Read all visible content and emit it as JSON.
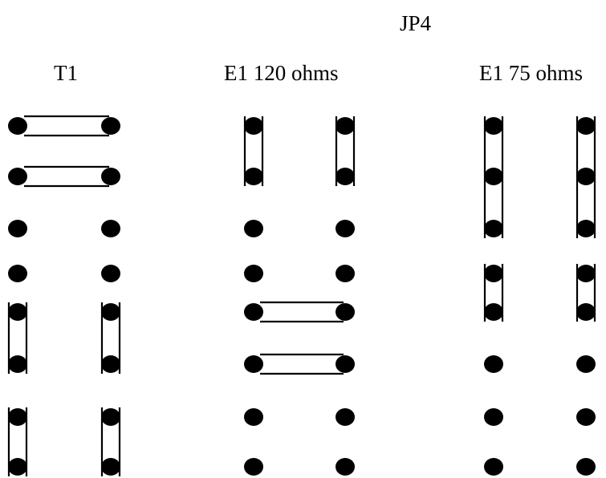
{
  "header": {
    "title": "JP4"
  },
  "configs": [
    {
      "label": "T1",
      "jumpers": [
        {
          "type": "horizontal",
          "row": 1
        },
        {
          "type": "horizontal",
          "row": 2
        },
        {
          "type": "vertical",
          "rows": [
            5,
            6
          ],
          "side": "left"
        },
        {
          "type": "vertical",
          "rows": [
            5,
            6
          ],
          "side": "right"
        },
        {
          "type": "vertical",
          "rows": [
            7,
            8
          ],
          "side": "left"
        },
        {
          "type": "vertical",
          "rows": [
            7,
            8
          ],
          "side": "right"
        }
      ]
    },
    {
      "label": "E1 120 ohms",
      "jumpers": [
        {
          "type": "vertical",
          "rows": [
            1,
            2
          ],
          "side": "left"
        },
        {
          "type": "vertical",
          "rows": [
            1,
            2
          ],
          "side": "right"
        },
        {
          "type": "horizontal",
          "row": 5
        },
        {
          "type": "horizontal",
          "row": 6
        }
      ]
    },
    {
      "label": "E1 75 ohms",
      "jumpers": [
        {
          "type": "vertical",
          "rows": [
            1,
            3
          ],
          "side": "left"
        },
        {
          "type": "vertical",
          "rows": [
            1,
            3
          ],
          "side": "right"
        },
        {
          "type": "vertical",
          "rows": [
            4,
            5
          ],
          "side": "left"
        },
        {
          "type": "vertical",
          "rows": [
            4,
            5
          ],
          "side": "right"
        }
      ]
    }
  ],
  "pin_rows": 8,
  "pin_cols_per_config": 2,
  "colors": {
    "ink": "#000000",
    "background": "#ffffff"
  }
}
